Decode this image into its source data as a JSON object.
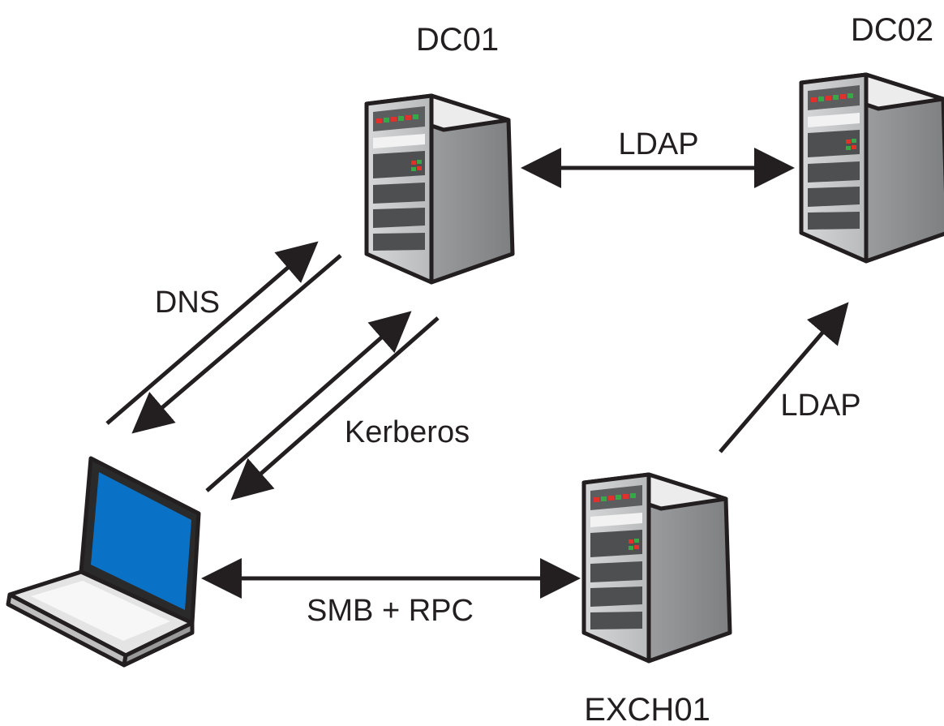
{
  "nodes": {
    "dc01": {
      "label": "DC01"
    },
    "dc02": {
      "label": "DC02"
    },
    "exch01": {
      "label": "EXCH01"
    },
    "client": {
      "label": ""
    }
  },
  "edges": {
    "dns": {
      "label": "DNS"
    },
    "kerberos": {
      "label": "Kerberos"
    },
    "ldap_dc": {
      "label": "LDAP"
    },
    "ldap_exch": {
      "label": "LDAP"
    },
    "smb_rpc": {
      "label": "SMB + RPC"
    }
  },
  "colors": {
    "line": "#231f20",
    "server_front": "#c9cacb",
    "server_side": "#8f9193",
    "server_top": "#e8e8e8",
    "laptop_screen": "#0a72c6",
    "led_red": "#e0312b",
    "led_green": "#36a845"
  }
}
